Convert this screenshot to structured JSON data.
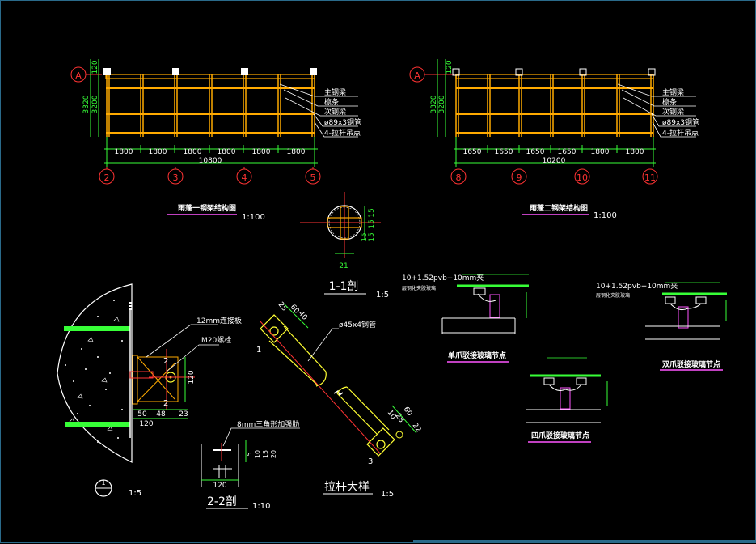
{
  "colors": {
    "background": "#000000",
    "beam": "#ffaa00",
    "beam_inner": "#ffff33",
    "dimension": "#37ff37",
    "axis": "#ff3333",
    "text": "#ffffff",
    "underline": "#ff55ff",
    "glass": "#37ff37"
  },
  "elev1": {
    "axis_label": "A",
    "dims_left": [
      "120",
      "3200",
      "3320"
    ],
    "dims_bottom": [
      "1800",
      "1800",
      "1800",
      "1800",
      "1800",
      "1800"
    ],
    "total": "10800",
    "grid_labels": [
      "2",
      "3",
      "4",
      "5"
    ],
    "callouts": [
      "主钢梁",
      "檩条",
      "次钢梁",
      "ø89x3钢管",
      "4-拉杆吊点"
    ],
    "title": "雨蓬一钢架结构图",
    "scale": "1:100"
  },
  "elev2": {
    "axis_label": "A",
    "dims_left": [
      "120",
      "3200",
      "3320"
    ],
    "dims_bottom": [
      "1650",
      "1650",
      "1650",
      "1650",
      "1800",
      "1800"
    ],
    "total": "10200",
    "grid_labels": [
      "8",
      "9",
      "10",
      "11"
    ],
    "callouts": [
      "主钢梁",
      "檩条",
      "次钢梁",
      "ø89x3钢管",
      "4-拉杆吊点"
    ],
    "title": "雨蓬二钢架结构图",
    "scale": "1:100"
  },
  "section11": {
    "dims": [
      "15",
      "15",
      "15",
      "15",
      "21"
    ],
    "title": "1-1剖",
    "scale": "1:5"
  },
  "wall_detail": {
    "labels": [
      "12mm连接板",
      "M20螺栓"
    ],
    "dims": [
      "120",
      "50",
      "48",
      "23",
      "120"
    ],
    "marker": "2",
    "symbol": "1",
    "scale": "1:5"
  },
  "rod_detail": {
    "dims_top": [
      "25",
      "60",
      "40"
    ],
    "dims_bottom": [
      "10",
      "28",
      "60",
      "22"
    ],
    "pipe_label": "ø45x4钢管",
    "markers": [
      "1",
      "3"
    ],
    "title": "拉杆大样",
    "scale": "1:5"
  },
  "section22": {
    "label": "8mm三角形加强肋",
    "dims": [
      "5",
      "10",
      "15",
      "20",
      "120"
    ],
    "title": "2-2剖",
    "scale": "1:10"
  },
  "nodes": {
    "single": {
      "spec": "10+1.52pvb+10mm夹",
      "sub": "层钢化夹胶玻璃",
      "title": "单爪驳接玻璃节点"
    },
    "double": {
      "spec": "10+1.52pvb+10mm夹",
      "sub": "层钢化夹胶玻璃",
      "title": "双爪驳接玻璃节点"
    },
    "quad": {
      "title": "四爪驳接玻璃节点"
    }
  }
}
